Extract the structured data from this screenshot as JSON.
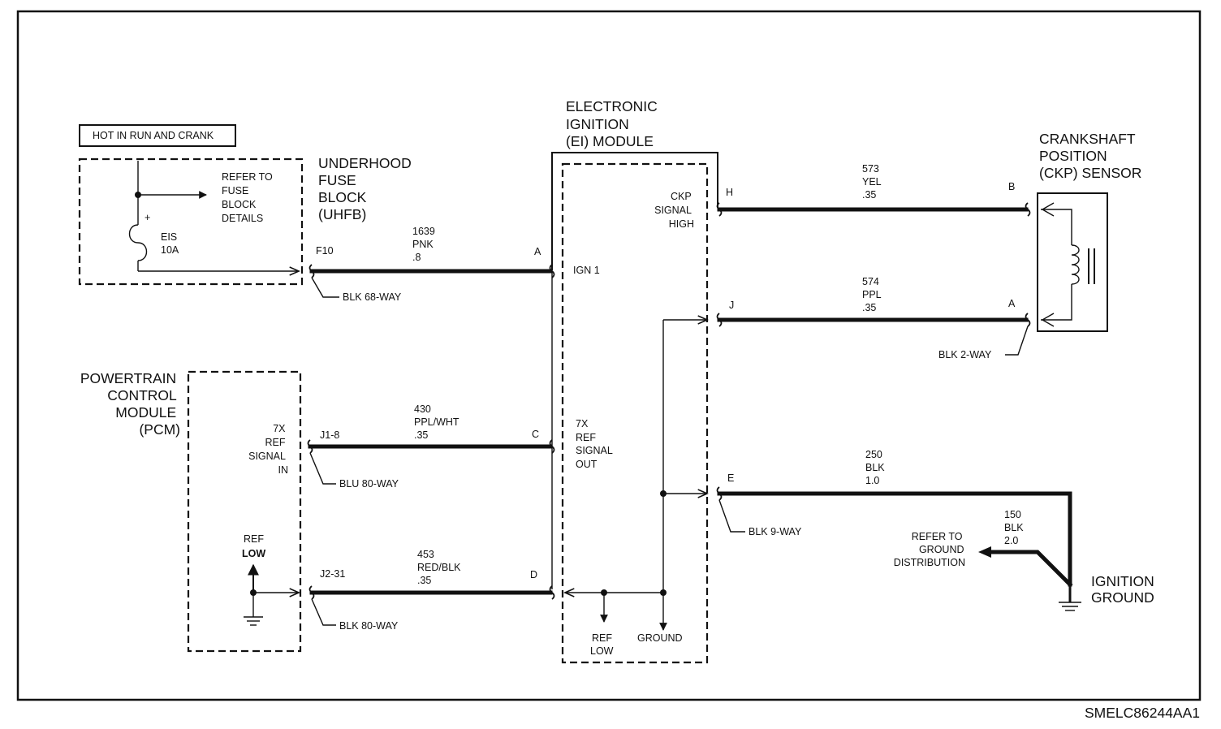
{
  "hot_label": "HOT IN RUN AND CRANK",
  "fuse_block": {
    "refer_lines": [
      "REFER TO",
      "FUSE",
      "BLOCK",
      "DETAILS"
    ],
    "fuse_name": "EIS",
    "fuse_rating": "10A",
    "plus": "+",
    "title_lines": [
      "UNDERHOOD",
      "FUSE",
      "BLOCK",
      "(UHFB)"
    ],
    "pin": "F10",
    "connector": "BLK 68-WAY"
  },
  "ei_module": {
    "title_lines": [
      "ELECTRONIC",
      "IGNITION",
      "(EI) MODULE"
    ],
    "ign_label": "IGN 1",
    "ckp_lines": [
      "CKP",
      "SIGNAL",
      "HIGH"
    ],
    "ref_out_lines": [
      "7X",
      "REF",
      "SIGNAL",
      "OUT"
    ],
    "ref_low_lines": [
      "REF",
      "LOW"
    ],
    "ground_label": "GROUND",
    "pins": {
      "a": "A",
      "c": "C",
      "d": "D",
      "h": "H",
      "j": "J",
      "e": "E"
    },
    "connector": "BLK 9-WAY"
  },
  "pcm": {
    "title_lines": [
      "POWERTRAIN",
      "CONTROL",
      "MODULE",
      "(PCM)"
    ],
    "ref_in_lines": [
      "7X",
      "REF",
      "SIGNAL",
      "IN"
    ],
    "ref_low_lines": [
      "REF",
      "LOW"
    ],
    "pin_j18": "J1-8",
    "pin_j231": "J2-31",
    "connector_blu": "BLU 80-WAY",
    "connector_blk": "BLK 80-WAY"
  },
  "ckp_sensor": {
    "title_lines": [
      "CRANKSHAFT",
      "POSITION",
      "(CKP) SENSOR"
    ],
    "pin_b": "B",
    "pin_a": "A",
    "connector": "BLK 2-WAY"
  },
  "wires": {
    "w1639": [
      "1639",
      "PNK",
      ".8"
    ],
    "w430": [
      "430",
      "PPL/WHT",
      ".35"
    ],
    "w453": [
      "453",
      "RED/BLK",
      ".35"
    ],
    "w573": [
      "573",
      "YEL",
      ".35"
    ],
    "w574": [
      "574",
      "PPL",
      ".35"
    ],
    "w250": [
      "250",
      "BLK",
      "1.0"
    ],
    "w150": [
      "150",
      "BLK",
      "2.0"
    ]
  },
  "ground_ref_lines": [
    "REFER TO",
    "GROUND",
    "DISTRIBUTION"
  ],
  "ignition_ground_lines": [
    "IGNITION",
    "GROUND"
  ],
  "diagram_id": "SMELC86244AA1"
}
